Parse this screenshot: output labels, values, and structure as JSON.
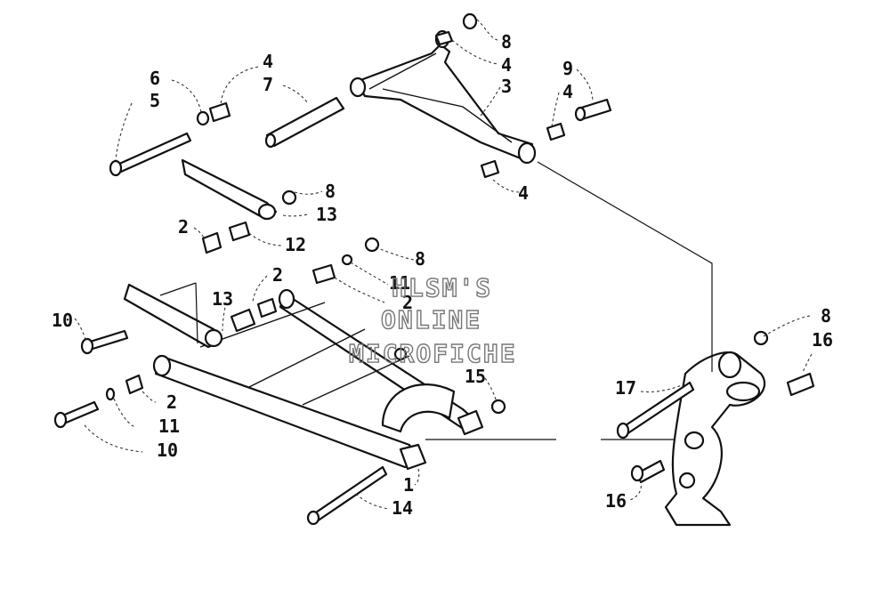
{
  "callouts": [
    {
      "id": "c8a",
      "text": "8"
    },
    {
      "id": "c4a",
      "text": "4"
    },
    {
      "id": "c6",
      "text": "6"
    },
    {
      "id": "c5",
      "text": "5"
    },
    {
      "id": "c4b",
      "text": "4"
    },
    {
      "id": "c7",
      "text": "7"
    },
    {
      "id": "c3",
      "text": "3"
    },
    {
      "id": "c9",
      "text": "9"
    },
    {
      "id": "c4c",
      "text": "4"
    },
    {
      "id": "c4d",
      "text": "4"
    },
    {
      "id": "c8b",
      "text": "8"
    },
    {
      "id": "c13a",
      "text": "13"
    },
    {
      "id": "c2a",
      "text": "2"
    },
    {
      "id": "c12",
      "text": "12"
    },
    {
      "id": "c8c",
      "text": "8"
    },
    {
      "id": "c2b",
      "text": "2"
    },
    {
      "id": "c11a",
      "text": "11"
    },
    {
      "id": "c2c",
      "text": "2"
    },
    {
      "id": "c13b",
      "text": "13"
    },
    {
      "id": "c10a",
      "text": "10"
    },
    {
      "id": "c8d",
      "text": "8"
    },
    {
      "id": "c16a",
      "text": "16"
    },
    {
      "id": "c17",
      "text": "17"
    },
    {
      "id": "c15",
      "text": "15"
    },
    {
      "id": "c2d",
      "text": "2"
    },
    {
      "id": "c11b",
      "text": "11"
    },
    {
      "id": "c10b",
      "text": "10"
    },
    {
      "id": "c1",
      "text": "1"
    },
    {
      "id": "c14",
      "text": "14"
    },
    {
      "id": "c16b",
      "text": "16"
    }
  ],
  "watermark": {
    "line1": "HLSM'S",
    "line2": "ONLINE",
    "line3": "MICROFICHE"
  }
}
